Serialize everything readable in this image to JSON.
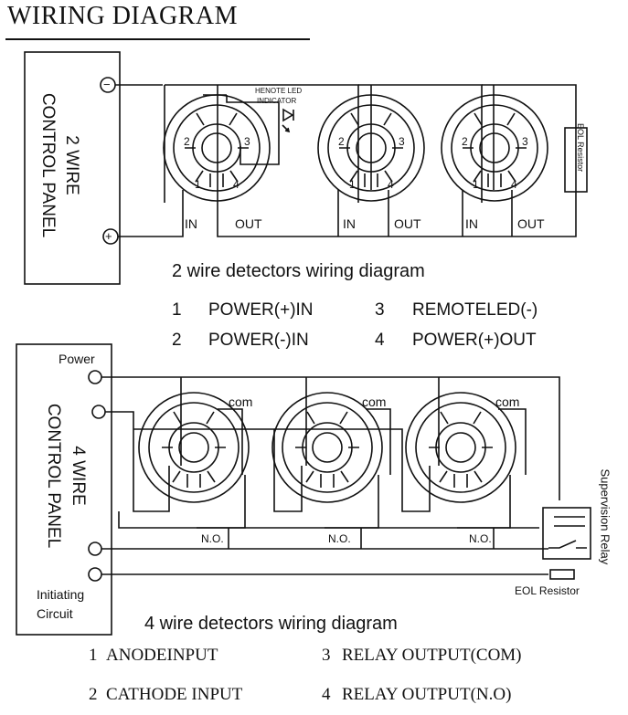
{
  "title": "WIRING DIAGRAM",
  "diagram_2wire": {
    "panel_line1": "2 WIRE",
    "panel_line2": "CONTROL PANEL",
    "terminal_neg": "−",
    "terminal_pos": "+",
    "led_label_line1": "HENOTE LED",
    "led_label_line2": "INDICATOR",
    "eol_label": "EOL Resistor",
    "in_label": "IN",
    "out_label": "OUT",
    "caption": "2 wire detectors wiring diagram",
    "terminals": [
      "1",
      "2",
      "3",
      "4"
    ]
  },
  "legend_2wire": [
    {
      "num": "1",
      "text": "POWER(+)IN"
    },
    {
      "num": "3",
      "text": "REMOTELED(-)"
    },
    {
      "num": "2",
      "text": "POWER(-)IN"
    },
    {
      "num": "4",
      "text": "POWER(+)OUT"
    }
  ],
  "diagram_4wire": {
    "panel_line1": "4 WIRE",
    "panel_line2": "CONTROL PANEL",
    "power_label": "Power",
    "initiating_line1": "Initiating",
    "initiating_line2": "Circuit",
    "com_label": "com",
    "no_label": "N.O.",
    "supervision_label": "Supervision Relay",
    "eol_label": "EOL Resistor",
    "caption": "4 wire detectors wiring diagram"
  },
  "legend_4wire": [
    {
      "num": "1",
      "text": "ANODEINPUT"
    },
    {
      "num": "3",
      "text": "RELAY OUTPUT(COM)"
    },
    {
      "num": "2",
      "text": "CATHODE INPUT"
    },
    {
      "num": "4",
      "text": "RELAY OUTPUT(N.O)"
    }
  ]
}
